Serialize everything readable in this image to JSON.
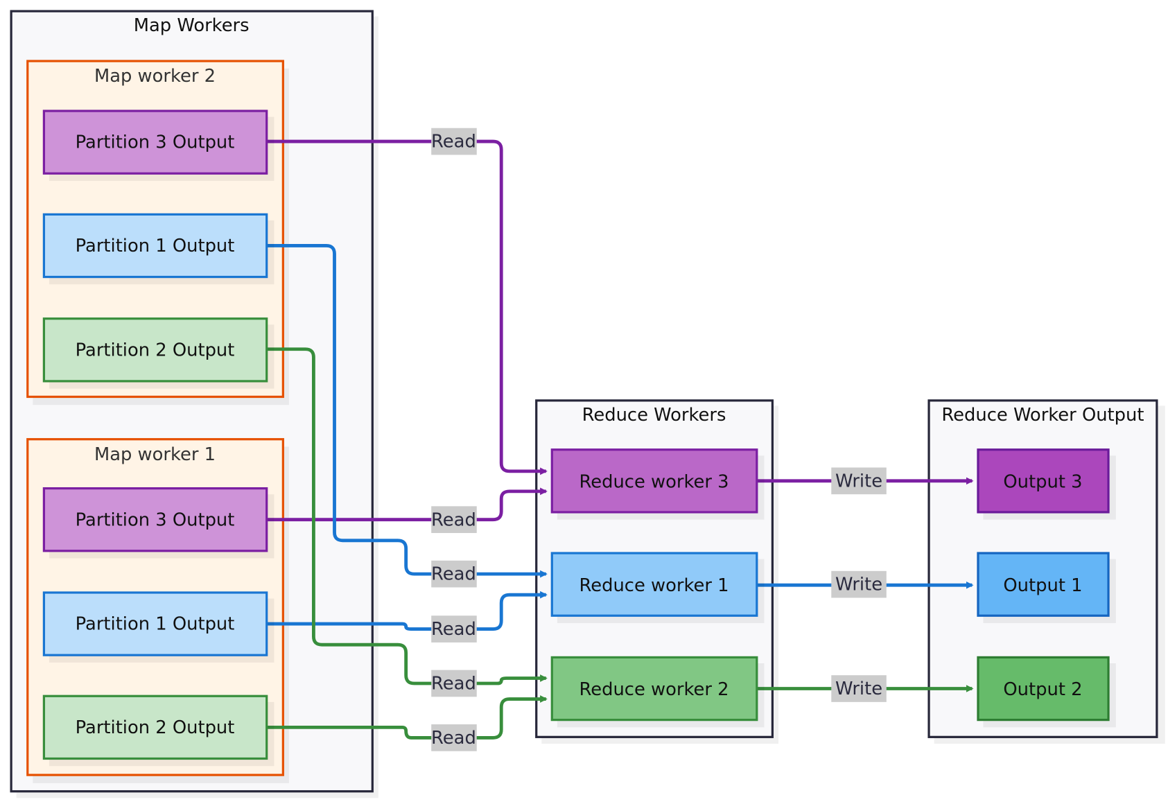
{
  "diagram": {
    "groups": {
      "map_workers": {
        "title": "Map Workers"
      },
      "map_worker_2": {
        "title": "Map worker 2"
      },
      "map_worker_1": {
        "title": "Map worker 1"
      },
      "reduce_workers": {
        "title": "Reduce Workers"
      },
      "reduce_output": {
        "title": "Reduce Worker Output"
      }
    },
    "nodes": {
      "mw2_p3": {
        "label": "Partition 3 Output"
      },
      "mw2_p1": {
        "label": "Partition 1 Output"
      },
      "mw2_p2": {
        "label": "Partition 2 Output"
      },
      "mw1_p3": {
        "label": "Partition 3 Output"
      },
      "mw1_p1": {
        "label": "Partition 1 Output"
      },
      "mw1_p2": {
        "label": "Partition 2 Output"
      },
      "rw3": {
        "label": "Reduce worker 3"
      },
      "rw1": {
        "label": "Reduce worker 1"
      },
      "rw2": {
        "label": "Reduce worker 2"
      },
      "out3": {
        "label": "Output 3"
      },
      "out1": {
        "label": "Output 1"
      },
      "out2": {
        "label": "Output 2"
      }
    },
    "edges": [
      {
        "from": "mw2_p3",
        "to": "rw3",
        "label": "Read"
      },
      {
        "from": "mw1_p3",
        "to": "rw3",
        "label": "Read"
      },
      {
        "from": "mw2_p1",
        "to": "rw1",
        "label": "Read"
      },
      {
        "from": "mw1_p1",
        "to": "rw1",
        "label": "Read"
      },
      {
        "from": "mw2_p2",
        "to": "rw2",
        "label": "Read"
      },
      {
        "from": "mw1_p2",
        "to": "rw2",
        "label": "Read"
      },
      {
        "from": "rw3",
        "to": "out3",
        "label": "Write"
      },
      {
        "from": "rw1",
        "to": "out1",
        "label": "Write"
      },
      {
        "from": "rw2",
        "to": "out2",
        "label": "Write"
      }
    ],
    "colors": {
      "purple": "#7b1fa2",
      "blue": "#1976d2",
      "green": "#388e3c",
      "orange": "#e65100",
      "frame": "#27273a"
    }
  }
}
